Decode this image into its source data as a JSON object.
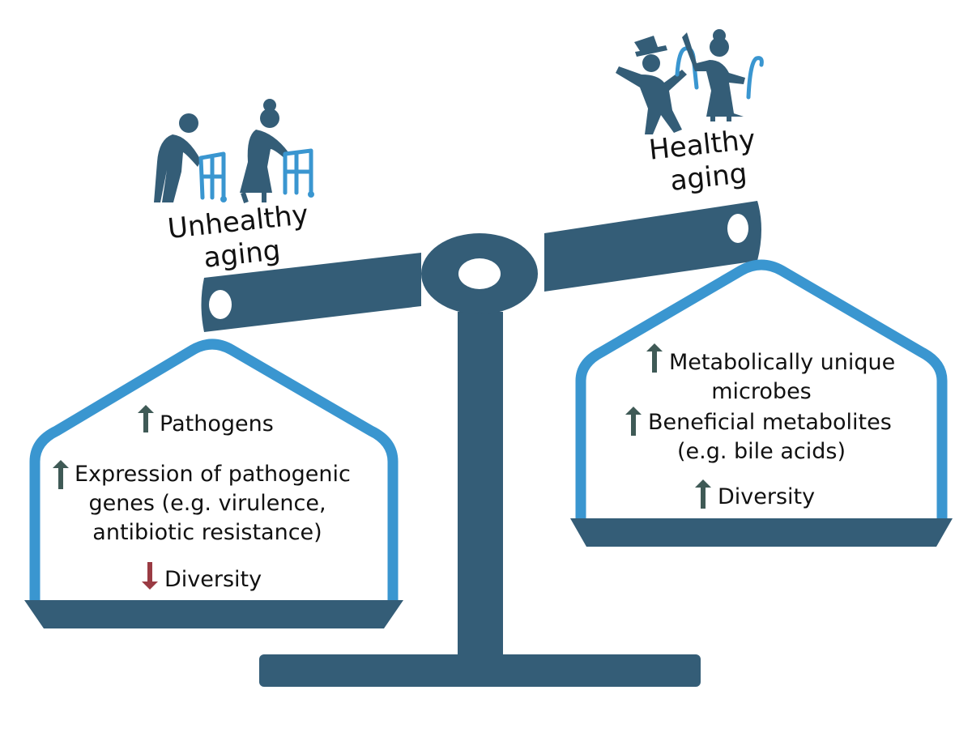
{
  "colors": {
    "beam": "#345d77",
    "pan_outline": "#3a96d0",
    "figure": "#345d77",
    "walker": "#3a96d0",
    "arrow_up": "#3f5a56",
    "arrow_down": "#9a3b43"
  },
  "left_pan": {
    "heading_line1": "Unhealthy",
    "heading_line2": "aging",
    "items": [
      {
        "arrow": "up",
        "line1": "Pathogens"
      },
      {
        "arrow": "up",
        "line1": "Expression of pathogenic",
        "line2": "genes (e.g. virulence,",
        "line3": "antibiotic resistance)"
      },
      {
        "arrow": "down",
        "line1": "Diversity"
      }
    ]
  },
  "right_pan": {
    "heading_line1": "Healthy",
    "heading_line2": "aging",
    "items": [
      {
        "arrow": "up",
        "line1": "Metabolically unique",
        "line2": "microbes"
      },
      {
        "arrow": "up",
        "line1": "Beneficial metabolites",
        "line2": "(e.g. bile acids)"
      },
      {
        "arrow": "up",
        "line1": "Diversity"
      }
    ]
  },
  "icons": {
    "left": [
      "elderly-man-walker-icon",
      "elderly-woman-walker-icon"
    ],
    "right": [
      "dancing-man-cane-icon",
      "dancing-woman-cane-icon"
    ]
  }
}
